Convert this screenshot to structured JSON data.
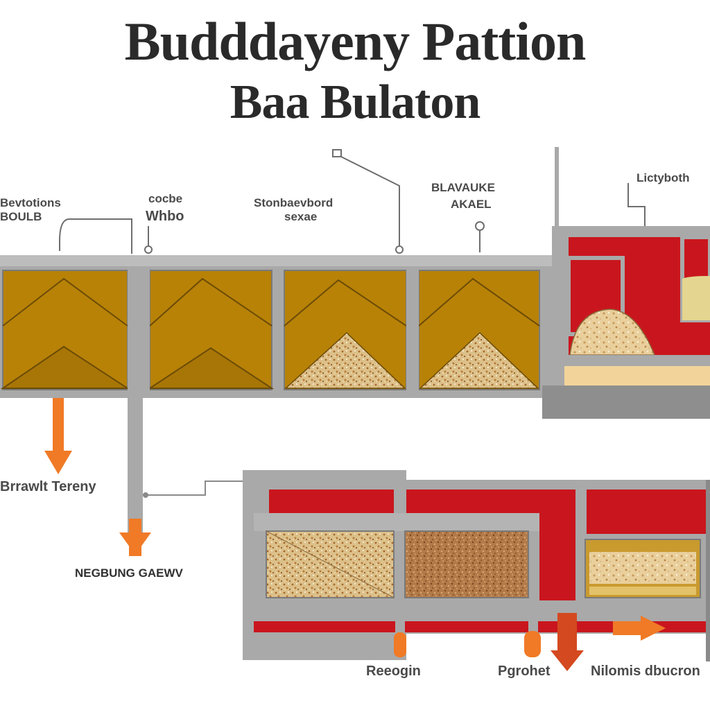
{
  "title": {
    "line1": "Budddayeny Pattion",
    "line2": "Baa Bulaton"
  },
  "labels": {
    "top": {
      "col1_line1": "Bevtotions",
      "col1_line2": "BOULB",
      "col2_line1": "cocbe",
      "col2_line2": "Whbo",
      "col3_line1": "Stonbaevbord",
      "col3_line2": "sexae",
      "col4_line1": "BLAVAUKE",
      "col4_line2": "AKAEL",
      "col5": "Lictyboth"
    },
    "middle": {
      "left": "Brrawlt Tereny",
      "lower_left": "NEGBUNG GAEWV"
    },
    "bottom": {
      "b1": "Reeogin",
      "b2": "Pgrohet",
      "b3": "Nilomis dbucron"
    }
  },
  "colors": {
    "frame": "#a9a9a9",
    "chamber": "#b88207",
    "chamber_dark": "#8f6405",
    "red": "#c9161e",
    "sand": "#f2d49a",
    "arrow": "#f07a26",
    "arrow_dark": "#c8401a"
  }
}
